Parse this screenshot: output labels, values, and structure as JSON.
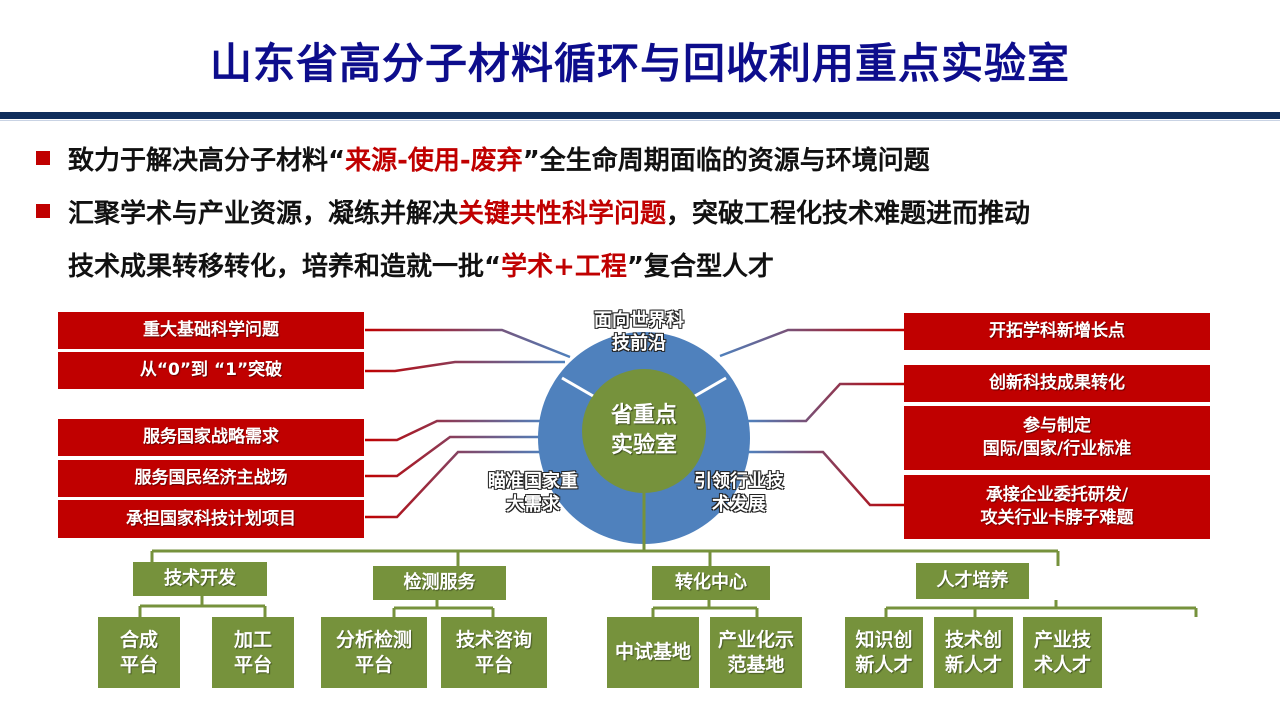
{
  "header": {
    "title": "山东省高分子材料循环与回收利用重点实验室"
  },
  "bullets": [
    {
      "pre": "致力于解决高分子材料“",
      "highlight": "来源-使用-废弃",
      "post": "”全生命周期面临的资源与环境问题"
    },
    {
      "pre": "汇聚学术与产业资源，凝练并解决",
      "highlight": "关键共性科学问题",
      "post": "，突破工程化技术难题进而推动",
      "line2_pre": "技术成果转移转化，培养和造就一批“",
      "line2_highlight": "学术+工程",
      "line2_post": "”复合型人才"
    }
  ],
  "diagram": {
    "core": {
      "line1": "省重点",
      "line2": "实验室"
    },
    "ring_segments": [
      {
        "line1": "面向世界科",
        "line2": "技前沿"
      },
      {
        "line1": "瞄准国家重",
        "line2": "大需求"
      },
      {
        "line1": "引领行业技",
        "line2": "术发展"
      }
    ],
    "left_boxes": [
      {
        "text": "重大基础科学问题"
      },
      {
        "text": "从“0”到 “1”突破"
      },
      {
        "text": "服务国家战略需求"
      },
      {
        "text": "服务国民经济主战场"
      },
      {
        "text": "承担国家科技计划项目"
      }
    ],
    "right_boxes": [
      {
        "line1": "开拓学科新增长点",
        "line2": ""
      },
      {
        "line1": "创新科技成果转化",
        "line2": ""
      },
      {
        "line1": "参与制定",
        "line2": "国际/国家/行业标准"
      },
      {
        "line1": "承接企业委托研发/",
        "line2": "攻关行业卡脖子难题"
      }
    ],
    "branches": [
      {
        "label": "技术开发",
        "children": [
          {
            "line1": "合成",
            "line2": "平台"
          },
          {
            "line1": "加工",
            "line2": "平台"
          }
        ]
      },
      {
        "label": "检测服务",
        "children": [
          {
            "line1": "分析检测",
            "line2": "平台"
          },
          {
            "line1": "技术咨询",
            "line2": "平台"
          }
        ]
      },
      {
        "label": "转化中心",
        "children": [
          {
            "line1": "中试基地",
            "line2": ""
          },
          {
            "line1": "产业化示",
            "line2": "范基地"
          }
        ]
      },
      {
        "label": "人才培养",
        "children": [
          {
            "line1": "知识创",
            "line2": "新人才"
          },
          {
            "line1": "技术创",
            "line2": "新人才"
          },
          {
            "line1": "产业技",
            "line2": "术人才"
          }
        ]
      }
    ]
  },
  "colors": {
    "title": "#0d0d8c",
    "accent_red": "#c00000",
    "ring_blue": "#4f81bd",
    "core_green": "#76923c",
    "header_rule": "#0f2d5c"
  }
}
